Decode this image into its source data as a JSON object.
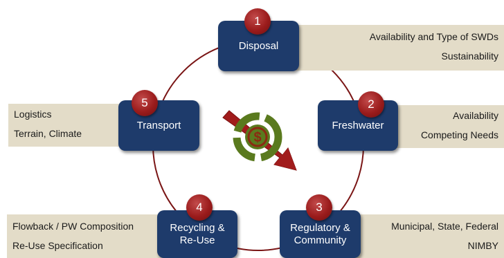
{
  "steps": [
    {
      "number": "1",
      "title": "Disposal",
      "notes": [
        "Availability and Type of SWDs",
        "Sustainability"
      ]
    },
    {
      "number": "2",
      "title": "Freshwater",
      "notes": [
        "Availability",
        "Competing Needs"
      ]
    },
    {
      "number": "3",
      "title_lines": [
        "Regulatory &",
        "Community"
      ],
      "notes": [
        "Municipal, State, Federal",
        "NIMBY"
      ]
    },
    {
      "number": "4",
      "title_lines": [
        "Recycling &",
        "Re-Use"
      ],
      "notes": [
        "Flowback / PW Composition",
        "Re-Use Specification"
      ]
    },
    {
      "number": "5",
      "title": "Transport",
      "notes": [
        "Logistics",
        "Terrain, Climate"
      ]
    }
  ],
  "center_icon": {
    "icon": "recycling-dollar-icon",
    "arrow": "down-right-arrow-icon",
    "symbol": "$"
  },
  "colors": {
    "node_fill": "#1e3b6b",
    "badge_red": "#9b1c1c",
    "cycle_line": "#7a1515",
    "panel_fill": "#e3dcc8",
    "recycle_green": "#5a7a1e",
    "arrow_red": "#a11c1c"
  }
}
